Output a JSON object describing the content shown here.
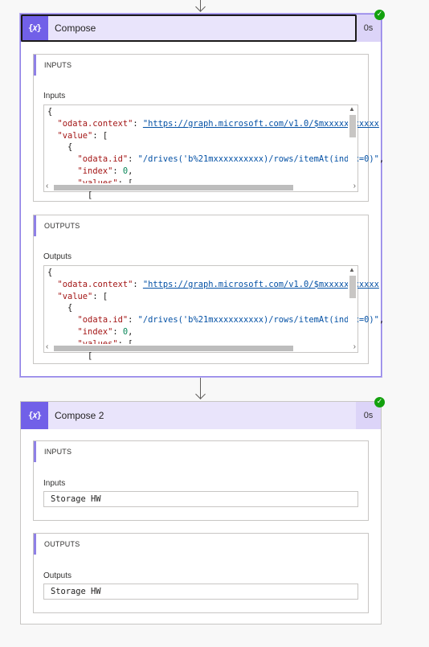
{
  "steps": [
    {
      "title": "Compose",
      "duration": "0s",
      "icon": "expression-icon",
      "status": "succeeded",
      "inputs": {
        "section_label": "INPUTS",
        "field_label": "Inputs",
        "code_lines": [
          [
            {
              "t": "p",
              "v": "{"
            }
          ],
          [
            {
              "t": "p",
              "v": "  "
            },
            {
              "t": "k",
              "v": "\"odata.context\""
            },
            {
              "t": "p",
              "v": ": "
            },
            {
              "t": "u",
              "v": "\"https://graph.microsoft.com/v1.0/$mxxxxxxxxxxx"
            }
          ],
          [
            {
              "t": "p",
              "v": "  "
            },
            {
              "t": "k",
              "v": "\"value\""
            },
            {
              "t": "p",
              "v": ": ["
            }
          ],
          [
            {
              "t": "p",
              "v": "    {"
            }
          ],
          [
            {
              "t": "p",
              "v": "      "
            },
            {
              "t": "k",
              "v": "\"odata.id\""
            },
            {
              "t": "p",
              "v": ": "
            },
            {
              "t": "s",
              "v": "\"/drives('b%21mxxxxxxxxxx)/rows/itemAt(index=0)\""
            },
            {
              "t": "p",
              "v": ","
            }
          ],
          [
            {
              "t": "p",
              "v": "      "
            },
            {
              "t": "k",
              "v": "\"index\""
            },
            {
              "t": "p",
              "v": ": "
            },
            {
              "t": "n",
              "v": "0"
            },
            {
              "t": "p",
              "v": ","
            }
          ],
          [
            {
              "t": "p",
              "v": "      "
            },
            {
              "t": "k",
              "v": "\"values\""
            },
            {
              "t": "p",
              "v": ": ["
            }
          ],
          [
            {
              "t": "p",
              "v": "        ["
            }
          ]
        ]
      },
      "outputs": {
        "section_label": "OUTPUTS",
        "field_label": "Outputs",
        "code_lines": [
          [
            {
              "t": "p",
              "v": "{"
            }
          ],
          [
            {
              "t": "p",
              "v": "  "
            },
            {
              "t": "k",
              "v": "\"odata.context\""
            },
            {
              "t": "p",
              "v": ": "
            },
            {
              "t": "u",
              "v": "\"https://graph.microsoft.com/v1.0/$mxxxxxxxxxxx"
            }
          ],
          [
            {
              "t": "p",
              "v": "  "
            },
            {
              "t": "k",
              "v": "\"value\""
            },
            {
              "t": "p",
              "v": ": ["
            }
          ],
          [
            {
              "t": "p",
              "v": "    {"
            }
          ],
          [
            {
              "t": "p",
              "v": "      "
            },
            {
              "t": "k",
              "v": "\"odata.id\""
            },
            {
              "t": "p",
              "v": ": "
            },
            {
              "t": "s",
              "v": "\"/drives('b%21mxxxxxxxxxx)/rows/itemAt(index=0)\""
            },
            {
              "t": "p",
              "v": ","
            }
          ],
          [
            {
              "t": "p",
              "v": "      "
            },
            {
              "t": "k",
              "v": "\"index\""
            },
            {
              "t": "p",
              "v": ": "
            },
            {
              "t": "n",
              "v": "0"
            },
            {
              "t": "p",
              "v": ","
            }
          ],
          [
            {
              "t": "p",
              "v": "      "
            },
            {
              "t": "k",
              "v": "\"values\""
            },
            {
              "t": "p",
              "v": ": ["
            }
          ],
          [
            {
              "t": "p",
              "v": "        ["
            }
          ]
        ]
      }
    },
    {
      "title": "Compose 2",
      "duration": "0s",
      "icon": "expression-icon",
      "status": "succeeded",
      "inputs": {
        "section_label": "INPUTS",
        "field_label": "Inputs",
        "value": "Storage HW"
      },
      "outputs": {
        "section_label": "OUTPUTS",
        "field_label": "Outputs",
        "value": "Storage HW"
      }
    }
  ],
  "icon_glyph": "{𝑥}",
  "check_glyph": "✓",
  "colors": {
    "accent": "#7160e8",
    "header_bg": "#e9e4fb",
    "success": "#13a10e"
  }
}
